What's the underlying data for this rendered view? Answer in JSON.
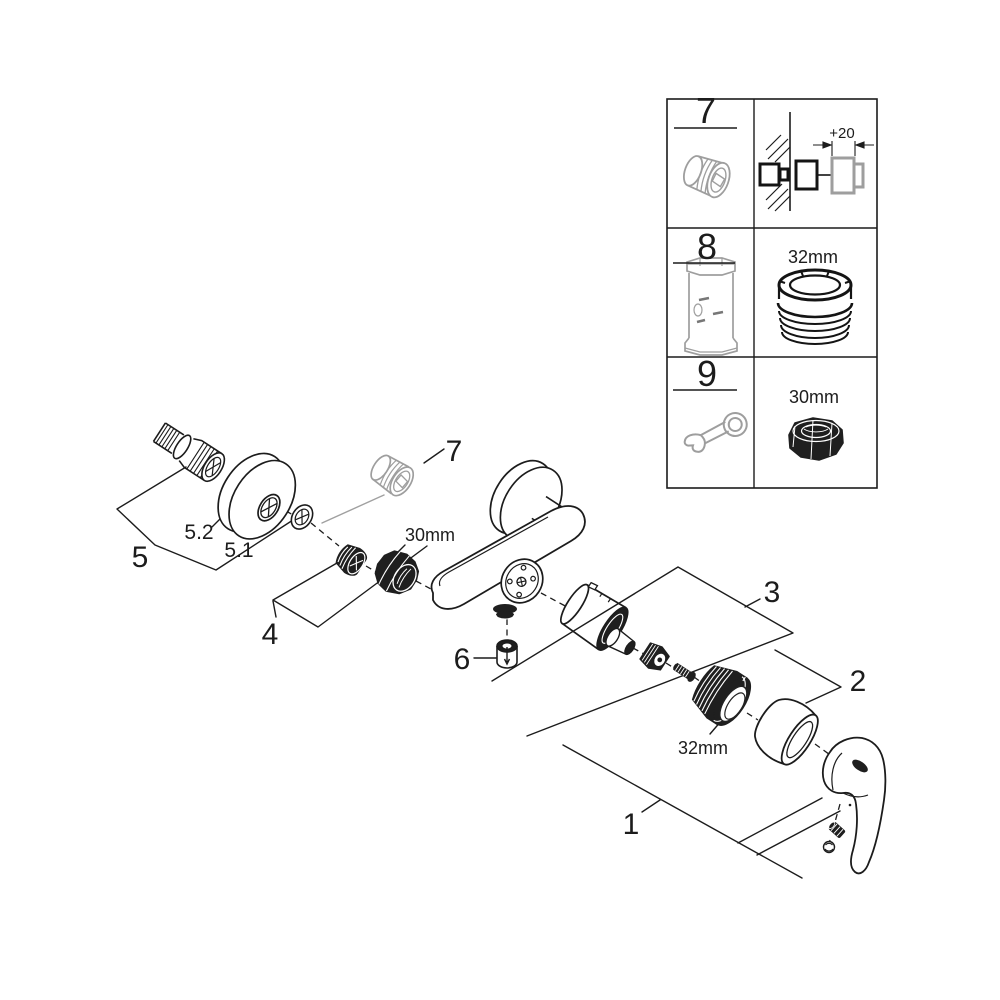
{
  "colors": {
    "line": "#1c1c1c",
    "gray_part": "#9e9e9e",
    "dark_fill": "#1f1f1f",
    "background": "#ffffff"
  },
  "legend": {
    "rows": [
      {
        "number": "7",
        "part_icon": "extension-adapter",
        "detail_icon": "wall-extension-diagram",
        "dimension": "+20"
      },
      {
        "number": "8",
        "part_icon": "socket-tool",
        "detail_icon": "threaded-adapter-ring",
        "size": "32mm"
      },
      {
        "number": "9",
        "part_icon": "open-end-wrench",
        "detail_icon": "hex-nut",
        "size": "30mm"
      }
    ]
  },
  "callouts": [
    {
      "label": "7",
      "part": "extension-adapter"
    },
    {
      "label": "5",
      "part": "s-union-fitting-group"
    },
    {
      "label": "5.2",
      "part": "escutcheon"
    },
    {
      "label": "5.1",
      "part": "seal-washer"
    },
    {
      "label": "30mm",
      "part": "union-nut"
    },
    {
      "label": "4",
      "part": "union-nut-group"
    },
    {
      "label": "6",
      "part": "outlet-nut"
    },
    {
      "label": "3",
      "part": "cartridge-group"
    },
    {
      "label": "32mm",
      "part": "cartridge-retaining-ring"
    },
    {
      "label": "2",
      "part": "cartridge-cap"
    },
    {
      "label": "1",
      "part": "lever-handle-group"
    }
  ]
}
